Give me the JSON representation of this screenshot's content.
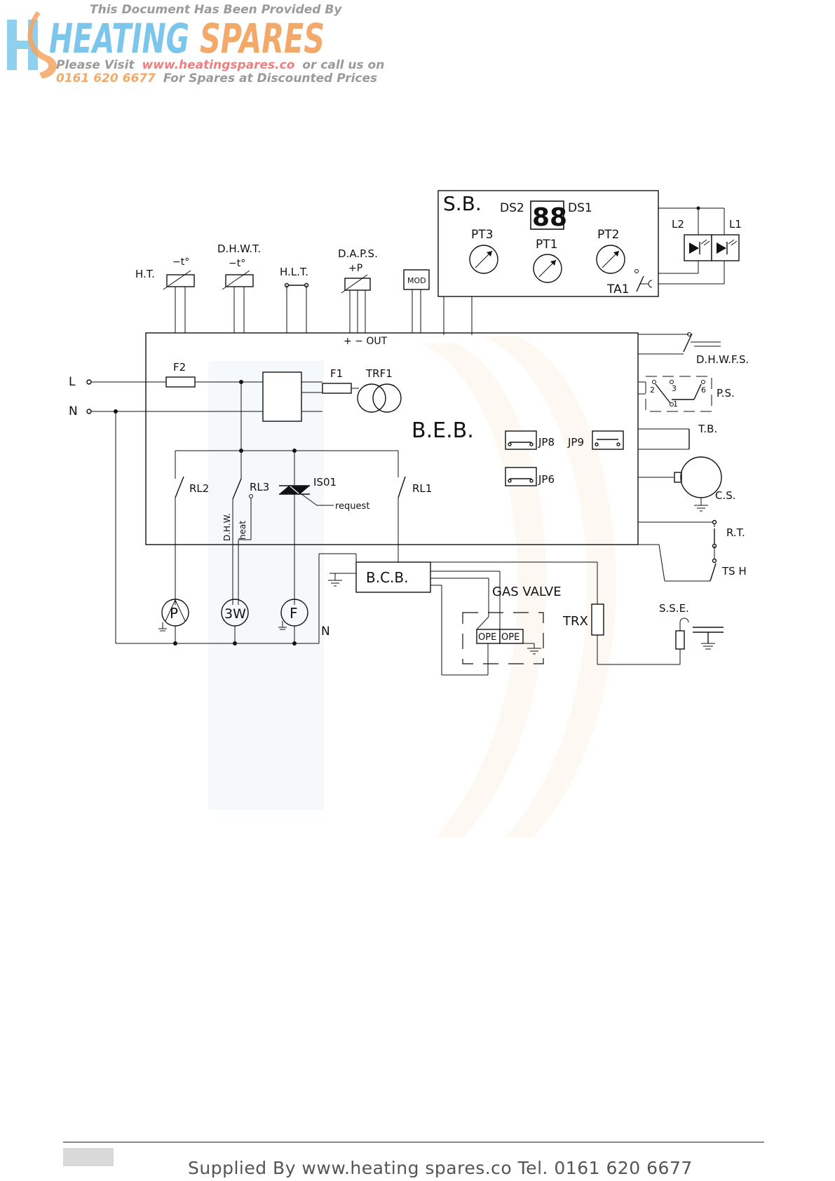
{
  "watermark": {
    "top_line": "This Document Has Been Provided By",
    "brand_heating": "HEATING",
    "brand_spares": "SPARES",
    "visit_prefix": "Please Visit",
    "visit_url": "www.heatingspares.co",
    "visit_suffix": "or call us on",
    "phone": "0161 620 6677",
    "phone_suffix": "For Spares at Discounted Prices"
  },
  "diagram": {
    "sb": "S.B.",
    "ds2": "DS2",
    "ds1": "DS1",
    "display": "88",
    "pt3": "PT3",
    "pt1": "PT1",
    "pt2": "PT2",
    "ta1": "TA1",
    "l2": "L2",
    "l1": "L1",
    "ht": "H.T.",
    "ht_t": "−t°",
    "dhwt": "D.H.W.T.",
    "dhwt_t": "−t°",
    "hlt": "H.L.T.",
    "daps": "D.A.P.S.",
    "daps_p": "+P",
    "mod": "MOD",
    "out": "+ − OUT",
    "l": "L",
    "n": "N",
    "f2": "F2",
    "f1": "F1",
    "trf1": "TRF1",
    "beb": "B.E.B.",
    "jp8": "JP8",
    "jp9": "JP9",
    "jp6": "JP6",
    "rl2": "RL2",
    "rl3": "RL3",
    "is01": "IS01",
    "request": "request",
    "rl1": "RL1",
    "dhw_small": "D.H.W.",
    "heat": "heat",
    "dhwfs": "D.H.W.F.S.",
    "ps": "P.S.",
    "ps_2": "2",
    "ps_3": "3",
    "ps_6": "6",
    "ps_1": "1",
    "tb": "T.B.",
    "cs": "C.S.",
    "rt": "R.T.",
    "tsh": "TS  H",
    "bcb": "B.C.B.",
    "gas_valve": "GAS  VALVE",
    "trx": "TRX",
    "sse": "S.S.E.",
    "ope1": "OPE",
    "ope2": "OPE",
    "pump": "P",
    "threew": "3W",
    "fan": "F",
    "n2": "N"
  },
  "footer": {
    "text": "Supplied By www.heating spares.co  Tel. 0161 620 6677"
  }
}
